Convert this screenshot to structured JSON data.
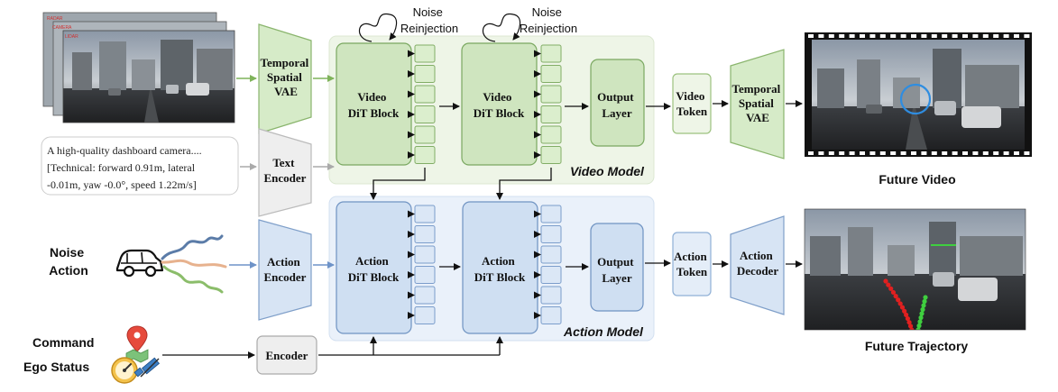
{
  "input": {
    "frame_labels": [
      "RADAR",
      "CAMERA",
      "LIDAR"
    ],
    "prompt_lines": [
      "A high-quality dashboard camera....",
      "[Technical: forward 0.91m, lateral",
      "-0.01m, yaw -0.0°, speed 1.22m/s]"
    ],
    "noise_action_lines": [
      "Noise",
      "Action"
    ],
    "command_label": "Command",
    "ego_status_label": "Ego Status"
  },
  "encoders": {
    "temporal_vae_lines": [
      "Temporal",
      "Spatial",
      "VAE"
    ],
    "text_encoder_lines": [
      "Text",
      "Encoder"
    ],
    "action_encoder_lines": [
      "Action",
      "Encoder"
    ],
    "encoder_label": "Encoder"
  },
  "video_model": {
    "label": "Video Model",
    "block_lines": [
      "Video",
      "DiT Block"
    ],
    "noise_lines": [
      "Noise",
      "Reinjection"
    ],
    "output_lines": [
      "Output",
      "Layer"
    ],
    "token_lines": [
      "Video",
      "Token"
    ],
    "decoder_lines": [
      "Temporal",
      "Spatial",
      "VAE"
    ]
  },
  "action_model": {
    "label": "Action Model",
    "block_lines": [
      "Action",
      "DiT Block"
    ],
    "output_lines": [
      "Output",
      "Layer"
    ],
    "token_lines": [
      "Action",
      "Token"
    ],
    "decoder_lines": [
      "Action",
      "Decoder"
    ]
  },
  "outputs": {
    "future_video": "Future Video",
    "future_trajectory": "Future Trajectory"
  },
  "colors": {
    "green_fill": "#cfe5bf",
    "green_stroke": "#7aa860",
    "blue_fill": "#cfdff2",
    "blue_stroke": "#6f93c2",
    "video_panel": "#eef5e7",
    "action_panel": "#eaf1fa",
    "gray_fill": "#eeeeee",
    "arrow": "#111111",
    "green_arrow": "#7fb35a",
    "blue_arrow": "#6e93c8",
    "gray_arrow": "#aaaaaa",
    "traj_red": "#e02020",
    "traj_green": "#3fcf3f",
    "attention_circle": "#2f8de0"
  }
}
